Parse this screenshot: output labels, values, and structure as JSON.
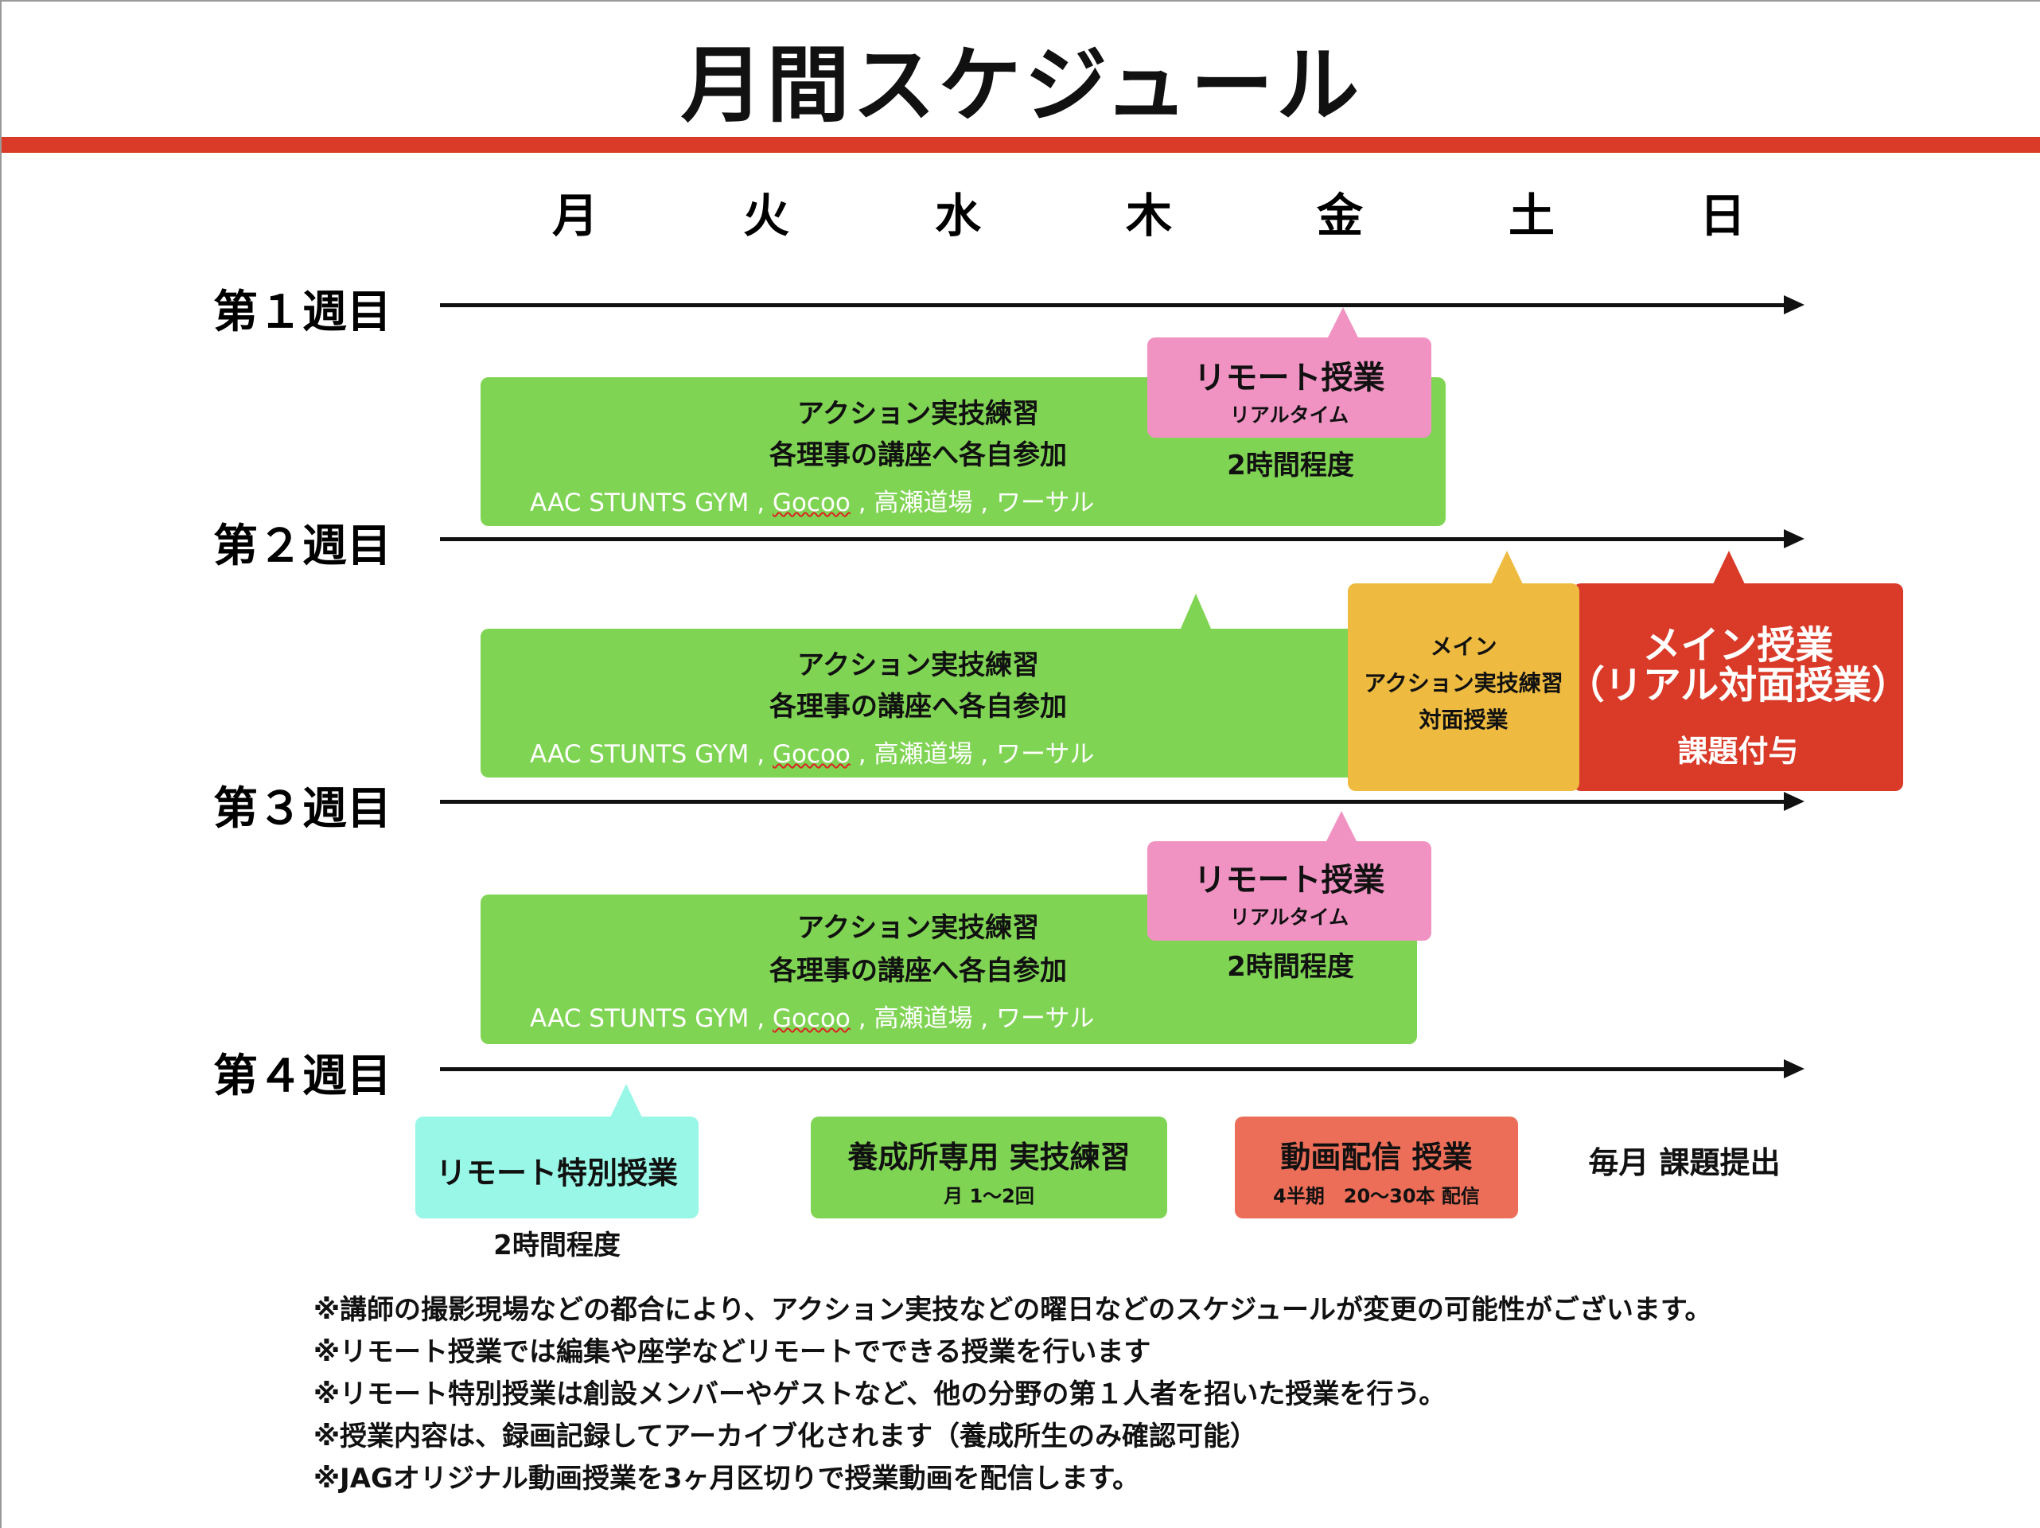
{
  "title": "月間スケジュール",
  "days": [
    "月",
    "火",
    "水",
    "木",
    "金",
    "土",
    "日"
  ],
  "weeks": [
    "第１週目",
    "第２週目",
    "第３週目",
    "第４週目"
  ],
  "practice": {
    "line1": "アクション実技練習",
    "line2": "各理事の講座へ各自参加",
    "venues_a": "AAC STUNTS GYM , ",
    "venues_gocoo": "Gocoo",
    "venues_b": " , 高瀬道場 , ワーサル"
  },
  "remote": {
    "title": "リモート授業",
    "sub": "リアルタイム",
    "duration": "2時間程度"
  },
  "main_action": {
    "line1": "メイン",
    "line2": "アクション実技練習",
    "line3": "対面授業"
  },
  "main_class": {
    "line1": "メイン授業",
    "line2": "（リアル対面授業）",
    "line3": "課題付与"
  },
  "legend": {
    "remote_special": {
      "title": "リモート特別授業",
      "duration": "2時間程度"
    },
    "trainee": {
      "title": "養成所専用 実技練習",
      "sub": "月 1〜2回"
    },
    "video": {
      "title": "動画配信 授業",
      "sub": "4半期　20〜30本 配信"
    },
    "monthly": "毎月 課題提出"
  },
  "notes": [
    "※講師の撮影現場などの都合により、アクション実技などの曜日などのスケジュールが変更の可能性がございます。",
    "※リモート授業では編集や座学などリモートでできる授業を行います",
    "※リモート特別授業は創設メンバーやゲストなど、他の分野の第１人者を招いた授業を行う。",
    "※授業内容は、録画記録してアーカイブ化されます（養成所生のみ確認可能）",
    "※JAGオリジナル動画授業を3ヶ月区切りで授業動画を配信します。"
  ],
  "colors": {
    "red": "#da3a28",
    "green": "#80d454",
    "pink": "#f093c3",
    "orange": "#eebb40",
    "cyan": "#98f7e6",
    "salmon": "#ec6e58"
  }
}
